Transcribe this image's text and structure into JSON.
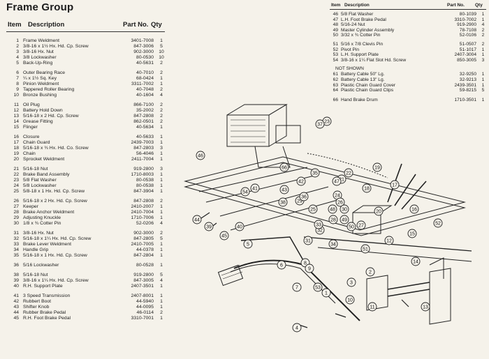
{
  "title": "Frame Group",
  "columns": {
    "item": "Item",
    "description": "Description",
    "part_no": "Part No.",
    "qty": "Qty"
  },
  "left_groups": [
    [
      {
        "n": "1",
        "d": "Frame Weldment",
        "p": "3401-7008",
        "q": "1"
      },
      {
        "n": "2",
        "d": "3/8-16 x 1½ Hx. Hd. Cp. Screw",
        "p": "847-3006",
        "q": "5"
      },
      {
        "n": "3",
        "d": "3/8-16 Hx. Nut",
        "p": "902-3000",
        "q": "10"
      },
      {
        "n": "4",
        "d": "3/8 Lockwasher",
        "p": "80-0530",
        "q": "10"
      },
      {
        "n": "5",
        "d": "Back-Up-Ring",
        "p": "40-5631",
        "q": "2"
      }
    ],
    [
      {
        "n": "6",
        "d": "Outer Bearing Race",
        "p": "40-7010",
        "q": "2"
      },
      {
        "n": "7",
        "d": "¼ x 1½ Sq. Key",
        "p": "68-0424",
        "q": "1"
      },
      {
        "n": "8",
        "d": "Pinion Weldment",
        "p": "3311-7002",
        "q": "1"
      },
      {
        "n": "9",
        "d": "Tappered Roller Bearing",
        "p": "40-7048",
        "q": "2"
      },
      {
        "n": "10",
        "d": "Bronze Bushing",
        "p": "40-1604",
        "q": "4"
      }
    ],
    [
      {
        "n": "11",
        "d": "Oil Plug",
        "p": "866-7100",
        "q": "2"
      },
      {
        "n": "12",
        "d": "Battery Hold Down",
        "p": "35-2002",
        "q": "2"
      },
      {
        "n": "13",
        "d": "5/16-18 x 2 Hd. Cp. Screw",
        "p": "847-2808",
        "q": "2"
      },
      {
        "n": "14",
        "d": "Grease Fitting",
        "p": "862-0501",
        "q": "2"
      },
      {
        "n": "15",
        "d": "Flinger",
        "p": "40-5634",
        "q": "1"
      }
    ],
    [
      {
        "n": "16",
        "d": "Closure",
        "p": "40-5633",
        "q": "1"
      },
      {
        "n": "17",
        "d": "Chain Guard",
        "p": "2439-7003",
        "q": "1"
      },
      {
        "n": "18",
        "d": "5/16-18 x ¾ Hx. Hd. Co. Screw",
        "p": "847-2803",
        "q": "3"
      },
      {
        "n": "19",
        "d": "Chain",
        "p": "56-4046",
        "q": "1"
      },
      {
        "n": "20",
        "d": "Sprocket Weldment",
        "p": "2411-7004",
        "q": "1"
      }
    ],
    [
      {
        "n": "21",
        "d": "5/16-18 Nut",
        "p": "919-2800",
        "q": "3"
      },
      {
        "n": "22",
        "d": "Brake Band Assembly",
        "p": "1710-8003",
        "q": "1"
      },
      {
        "n": "23",
        "d": "5/8 Flat Washer",
        "p": "80-0538",
        "q": "1"
      },
      {
        "n": "24",
        "d": "5/8 Lockwasher",
        "p": "80-0538",
        "q": "1"
      },
      {
        "n": "25",
        "d": "5/8-18 x 1 Hx. Hd. Cp. Screw",
        "p": "847-3904",
        "q": "1"
      }
    ],
    [
      {
        "n": "26",
        "d": "5/16-18 x 2 Hx. Hd. Cp. Screw",
        "p": "847-2808",
        "q": "2"
      },
      {
        "n": "27",
        "d": "Keeper",
        "p": "2410-2007",
        "q": "1"
      },
      {
        "n": "28",
        "d": "Brake Anchor Weldment",
        "p": "2410-7004",
        "q": "1"
      },
      {
        "n": "29",
        "d": "Adjusting Knuckle",
        "p": "1710-7006",
        "q": "1"
      },
      {
        "n": "30",
        "d": "1/8 x ¾ Cotter Pin",
        "p": "52-0206",
        "q": "4"
      }
    ],
    [
      {
        "n": "31",
        "d": "3/8-16 Hx. Nut",
        "p": "902-3000",
        "q": "2"
      },
      {
        "n": "32",
        "d": "5/16-18 x 1¼ Hx. Hd. Cp. Screw",
        "p": "847-2805",
        "q": "5"
      },
      {
        "n": "33",
        "d": "Brake Lever Weldment",
        "p": "2410-7005",
        "q": "1"
      },
      {
        "n": "34",
        "d": "Handle Grip",
        "p": "44-0378",
        "q": "1"
      },
      {
        "n": "35",
        "d": "5/16-18 x 1 Hx. Hd. Cp. Screw",
        "p": "847-2804",
        "q": "1"
      }
    ],
    [
      {
        "n": "36",
        "d": "5/16 Lockwasher",
        "p": "80-0528",
        "q": "1"
      }
    ],
    [
      {
        "n": "38",
        "d": "5/16-18 Nut",
        "p": "919-2800",
        "q": "5"
      },
      {
        "n": "39",
        "d": "3/8-16 x 1¼ Hx. Hd. Cp. Screw",
        "p": "847-3005",
        "q": "4"
      },
      {
        "n": "40",
        "d": "R.H. Support Plate",
        "p": "2407-3501",
        "q": "1"
      }
    ],
    [
      {
        "n": "41",
        "d": "3 Speed Transmission",
        "p": "2407-8001",
        "q": "1"
      },
      {
        "n": "42",
        "d": "Rubbert Boot",
        "p": "44-5940",
        "q": "1"
      },
      {
        "n": "43",
        "d": "Shifter Knob",
        "p": "44-0095",
        "q": "1"
      },
      {
        "n": "44",
        "d": "Rubber Brake Pedal",
        "p": "46-0114",
        "q": "2"
      },
      {
        "n": "45",
        "d": "R.H. Foot Brake Pedal",
        "p": "3310-7001",
        "q": "1"
      }
    ]
  ],
  "right_groups": [
    [
      {
        "n": "46",
        "d": "5/8 Flat Washer",
        "p": "80-1039",
        "q": "1"
      },
      {
        "n": "47",
        "d": "L.H. Foot Brake Pedal",
        "p": "3310-7002",
        "q": "1"
      },
      {
        "n": "48",
        "d": "5/16-24 Nut",
        "p": "919-2900",
        "q": "4"
      },
      {
        "n": "49",
        "d": "Master Cylinder Assembly",
        "p": "78-7108",
        "q": "2"
      },
      {
        "n": "50",
        "d": "3/32 x ¾ Cotter Pin",
        "p": "52-0106",
        "q": "2"
      }
    ],
    [
      {
        "n": "51",
        "d": "5/16 x 7/8 Clevis Pin",
        "p": "51-0507",
        "q": "2"
      },
      {
        "n": "52",
        "d": "Pivot Pin",
        "p": "51-1017",
        "q": "1"
      },
      {
        "n": "53",
        "d": "L.H. Support Plate",
        "p": "2407-3004",
        "q": "1"
      },
      {
        "n": "54",
        "d": "3/8-16 x 1¼ Flat Slot Hd. Screw",
        "p": "850-3005",
        "q": "3"
      }
    ]
  ],
  "not_shown_label": "NOT SHOWN",
  "not_shown": [
    {
      "n": "61",
      "d": "Battery Cable 50\" Lg.",
      "p": "32-9250",
      "q": "1"
    },
    {
      "n": "62",
      "d": "Battery Cable 13\" Lg.",
      "p": "32-9213",
      "q": "1"
    },
    {
      "n": "63",
      "d": "Plastic Chain Guard Cover",
      "p": "2439-3501",
      "q": "1"
    },
    {
      "n": "64",
      "d": "Plastic Chain Guard Clips",
      "p": "59-8215",
      "q": "5"
    }
  ],
  "extra": [
    {
      "n": "66",
      "d": "Hand Brake Drum",
      "p": "1710-3501",
      "q": "1"
    }
  ],
  "callouts": [
    "1",
    "2",
    "3",
    "4",
    "5",
    "6",
    "7",
    "8",
    "9",
    "10",
    "11",
    "12",
    "13",
    "14",
    "15",
    "16",
    "17",
    "18",
    "19",
    "20",
    "21",
    "22",
    "23",
    "24",
    "25",
    "26",
    "27",
    "28",
    "29",
    "30",
    "31",
    "32",
    "33",
    "34",
    "35",
    "36",
    "37",
    "38",
    "39",
    "40",
    "41",
    "42",
    "43",
    "44",
    "45",
    "46",
    "47",
    "48",
    "49",
    "50",
    "51",
    "52",
    "53",
    "54",
    "66"
  ]
}
